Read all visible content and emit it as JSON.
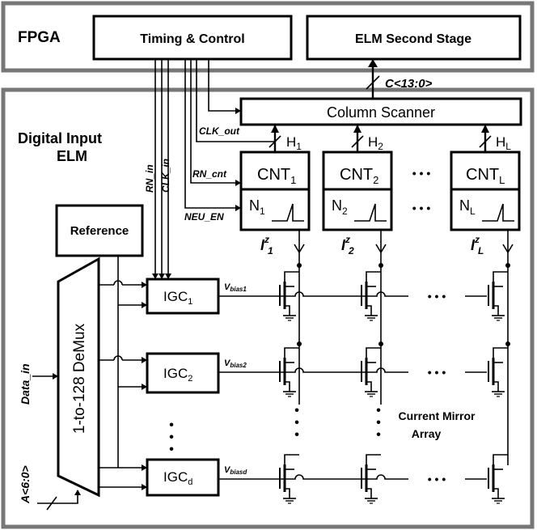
{
  "fpga": {
    "label": "FPGA"
  },
  "timing_control": {
    "label": "Timing & Control"
  },
  "elm_second_stage": {
    "label": "ELM Second Stage"
  },
  "bus_c": {
    "label": "C<13:0>"
  },
  "column_scanner": {
    "label": "Column Scanner"
  },
  "elm_block": {
    "line1": "Digital Input",
    "line2": "ELM"
  },
  "signals": {
    "clk_out": "CLK_out",
    "rn_cnt": "RN_cnt",
    "neu_en": "NEU_EN",
    "rn_in": "RN_in",
    "clk_in": "CLK_in",
    "data_in": "Data_in",
    "addr": "A<6:0>"
  },
  "reference": {
    "label": "Reference"
  },
  "demux": {
    "label": "1-to-128 DeMux"
  },
  "counters": [
    {
      "cnt": "CNT",
      "sub": "1",
      "n": "N",
      "nsub": "1",
      "h": "H",
      "hsub": "1",
      "i": "I",
      "isup": "z",
      "isub": "1"
    },
    {
      "cnt": "CNT",
      "sub": "2",
      "n": "N",
      "nsub": "2",
      "h": "H",
      "hsub": "2",
      "i": "I",
      "isup": "z",
      "isub": "2"
    },
    {
      "cnt": "CNT",
      "sub": "L",
      "n": "N",
      "nsub": "L",
      "h": "H",
      "hsub": "L",
      "i": "I",
      "isup": "z",
      "isub": "L"
    }
  ],
  "igc": [
    {
      "label": "IGC",
      "sub": "1",
      "vbias": "V",
      "vsub": "bias1"
    },
    {
      "label": "IGC",
      "sub": "2",
      "vbias": "V",
      "vsub": "bias2"
    },
    {
      "label": "IGC",
      "sub": "d",
      "vbias": "V",
      "vsub": "biasd"
    }
  ],
  "current_mirror": {
    "line1": "Current Mirror",
    "line2": "Array"
  },
  "ellipsis": {
    "h": "• • •",
    "v": "•"
  }
}
